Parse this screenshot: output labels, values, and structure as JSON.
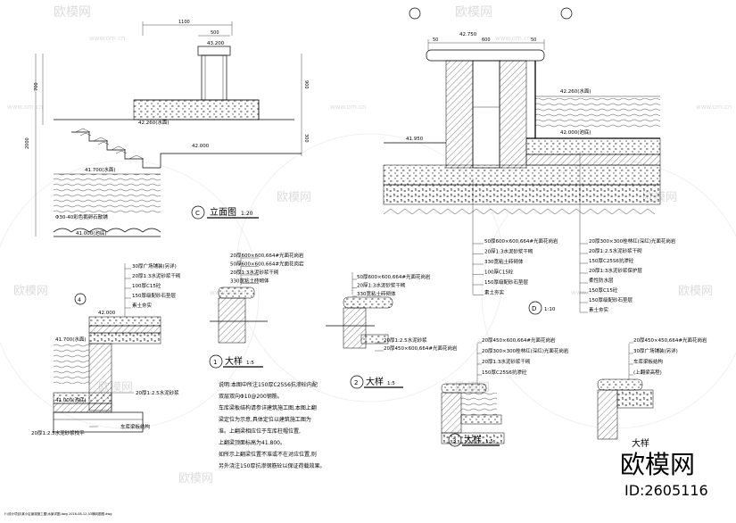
{
  "watermark": {
    "brand": "欧模网",
    "site": "www.om.cn",
    "logo": "欧模网",
    "id": "ID:2605116"
  },
  "elevation": {
    "title": "立面图",
    "scale": "1:20",
    "index": "C",
    "dims": {
      "top": "1100",
      "cap": "500",
      "side": "700",
      "left_total": "2000",
      "right1": "900",
      "right2": "300"
    },
    "levels": {
      "cap": "43.200",
      "pool": "42.260(水面)",
      "ground": "42.000",
      "water": "41.700(水面)",
      "bottom": "41.000(池底)"
    },
    "note": "Φ30-40彩色鹅卵石散铺"
  },
  "section_d": {
    "index": "D",
    "scale": "1:10",
    "dims": {
      "w1": "50",
      "w2": "600",
      "w3": "50"
    },
    "levels": {
      "cap": "42.750",
      "water": "42.260(水面)",
      "bottom": "42.000(池底)",
      "base": "41.950"
    },
    "left_labels": [
      "50厚600×600,664#光面花岗岩",
      "20厚1:3水泥砂浆干砌",
      "330宽粘土砖砌体",
      "100厚C15砼",
      "150厚级配砂石垫层",
      "素土夯实"
    ],
    "right_labels": [
      "20厚300×300桂林红(深红)光面花岗岩",
      "20厚1:2.5水泥砂浆干砌",
      "150厚C25S6抗渗砼",
      "20厚1:3水泥砂浆保护层",
      "柔性防水层",
      "150厚C15砼",
      "150厚级配砂石垫层",
      "素土夯实"
    ]
  },
  "detail4": {
    "index": "4",
    "levels": {
      "top": "42.000",
      "water": "41.700(水面)",
      "bottom": "41.000(池底)"
    },
    "top_labels": [
      "30厚广场铺装(另详)",
      "20厚1:3水泥砂浆干砌",
      "100厚C15砼",
      "150厚级配砂石垫层",
      "素土夯实"
    ],
    "mid_label": "20厚1:2.5水泥砂浆",
    "bottom_label": "20厚1:2.5水泥砂浆找平",
    "base_label": "车库梁板结构"
  },
  "detail1": {
    "index": "1",
    "title": "大样",
    "scale": "1:5",
    "labels": [
      "20厚600×600,664#光面花岗岩",
      "50厚600×600,664#光面花岗岩",
      "20厚1:3水泥砂浆干砌",
      "330宽粘土砖砌体"
    ]
  },
  "detail2": {
    "index": "2",
    "title": "大样",
    "scale": "1:5",
    "labels": [
      "50厚600×600,664#光面花岗岩",
      "20厚1:3水泥砂浆干砌",
      "330宽粘土砖砌体"
    ],
    "bottom_labels": [
      "20厚1:2.5水泥砂浆",
      "20厚450×600,664#光面花岗岩"
    ]
  },
  "detail3": {
    "index": "3",
    "title": "大样",
    "scale": "1:5",
    "labels": [
      "20厚450×600,664#光面花岗岩",
      "20厚300×300桂林红(深红)光面花岗岩",
      "20厚1:3水泥砂浆干砌",
      "150厚C25S6抗渗砼"
    ]
  },
  "detail_extra": {
    "title": "大样",
    "labels": [
      "20厚450×450,664#光面花岗岩",
      "30厚广场铺装(另详)",
      "车库梁板结构",
      "(上翻梁高程)"
    ]
  },
  "notes": {
    "lines": [
      "说明:本图中所注150厚C25S6抗渗砼内配",
      "双层双向Φ10@200钢筋。",
      "车库梁板结构请参详建筑施工图,本图上翻",
      "梁定位为示意,具体定位以建筑施工图为",
      "准。上翻梁相应位于车库柱帽位置,",
      "上翻梁顶面标高为41.800。",
      "如所示上翻梁位置不准或不在对应位置,则",
      "另外浇注150厚抗渗钢筋砼以保证荷载效果。"
    ]
  },
  "footer": {
    "strip": "F:\\设计项目\\某小区景观施工图\\水景详图.dwg  2016-08-12  A3横向图框.dwg"
  }
}
